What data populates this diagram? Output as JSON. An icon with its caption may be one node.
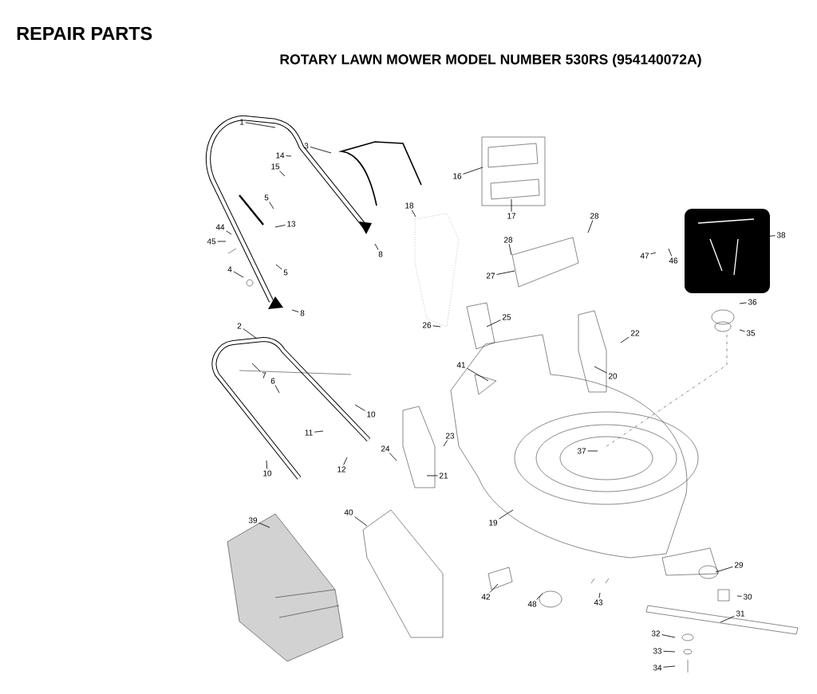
{
  "diagram": {
    "title": "REPAIR PARTS",
    "nodes": [
      {
        "text": [
          "1"
        ]
      },
      {
        "text": [
          "3"
        ]
      },
      {
        "text": [
          "14"
        ]
      },
      {
        "text": [
          "15"
        ]
      },
      {
        "text": [
          "16"
        ]
      },
      {
        "text": [
          "17"
        ]
      },
      {
        "text": [
          "18"
        ]
      },
      {
        "text": [
          "5"
        ]
      },
      {
        "text": [
          "13"
        ]
      },
      {
        "text": [
          "44"
        ]
      },
      {
        "text": [
          "45"
        ]
      },
      {
        "text": [
          "8"
        ]
      },
      {
        "text": [
          "28"
        ]
      },
      {
        "text": [
          "28"
        ]
      },
      {
        "text": [
          "27"
        ]
      },
      {
        "text": [
          "47"
        ]
      },
      {
        "text": [
          "46"
        ]
      },
      {
        "text": [
          "38"
        ]
      },
      {
        "text": [
          "4"
        ]
      },
      {
        "text": [
          "5"
        ]
      },
      {
        "text": [
          "8"
        ]
      },
      {
        "text": [
          "36"
        ]
      },
      {
        "text": [
          "35"
        ]
      },
      {
        "text": [
          "2"
        ]
      },
      {
        "text": [
          "26"
        ]
      },
      {
        "text": [
          "25"
        ]
      },
      {
        "text": [
          "22"
        ]
      },
      {
        "text": [
          "7"
        ]
      },
      {
        "text": [
          "6"
        ]
      },
      {
        "text": [
          "20"
        ]
      },
      {
        "text": [
          "41"
        ]
      },
      {
        "text": [
          "10"
        ]
      },
      {
        "text": [
          "23"
        ]
      },
      {
        "text": [
          "11"
        ]
      },
      {
        "text": [
          "24"
        ]
      },
      {
        "text": [
          "37"
        ]
      },
      {
        "text": [
          "12"
        ]
      },
      {
        "text": [
          "10"
        ]
      },
      {
        "text": [
          "21"
        ]
      },
      {
        "text": [
          "39"
        ]
      },
      {
        "text": [
          "40"
        ]
      },
      {
        "text": [
          "19"
        ]
      },
      {
        "text": [
          "29"
        ]
      },
      {
        "text": [
          "30"
        ]
      },
      {
        "text": [
          "42"
        ]
      },
      {
        "text": [
          "48"
        ]
      },
      {
        "text": [
          "43"
        ]
      },
      {
        "text": [
          "31"
        ]
      },
      {
        "text": [
          "32"
        ]
      },
      {
        "text": [
          "33"
        ]
      },
      {
        "text": [
          "34"
        ]
      }
    ],
    "edges": [
      {
        "from": 0,
        "to": null,
        "arrow": "none"
      },
      {
        "from": 1,
        "to": null,
        "arrow": "none"
      },
      {
        "from": 2,
        "to": null,
        "arrow": "none"
      },
      {
        "from": 3,
        "to": null,
        "arrow": "none"
      },
      {
        "from": 4,
        "to": null,
        "arrow": "none"
      },
      {
        "from": 5,
        "to": null,
        "arrow": "none"
      },
      {
        "from": 6,
        "to": null,
        "arrow": "none"
      },
      {
        "from": 7,
        "to": null,
        "arrow": "none"
      },
      {
        "from": 8,
        "to": null,
        "arrow": "none"
      },
      {
        "from": 9,
        "to": null,
        "arrow": "none"
      },
      {
        "from": 10,
        "to": null,
        "arrow": "none"
      },
      {
        "from": 11,
        "to": null,
        "arrow": "none"
      },
      {
        "from": 12,
        "to": null,
        "arrow": "none"
      },
      {
        "from": 13,
        "to": null,
        "arrow": "none"
      },
      {
        "from": 14,
        "to": null,
        "arrow": "none"
      },
      {
        "from": 15,
        "to": null,
        "arrow": "none"
      },
      {
        "from": 16,
        "to": null,
        "arrow": "none"
      },
      {
        "from": 17,
        "to": null,
        "arrow": "none"
      },
      {
        "from": 18,
        "to": null,
        "arrow": "none"
      },
      {
        "from": 19,
        "to": null,
        "arrow": "none"
      },
      {
        "from": 20,
        "to": null,
        "arrow": "none"
      },
      {
        "from": 21,
        "to": null,
        "arrow": "none"
      },
      {
        "from": 22,
        "to": null,
        "arrow": "none"
      },
      {
        "from": 23,
        "to": null,
        "arrow": "none"
      },
      {
        "from": 24,
        "to": null,
        "arrow": "none"
      },
      {
        "from": 25,
        "to": null,
        "arrow": "none"
      },
      {
        "from": 26,
        "to": null,
        "arrow": "none"
      },
      {
        "from": 27,
        "to": null,
        "arrow": "none"
      },
      {
        "from": 28,
        "to": null,
        "arrow": "none"
      },
      {
        "from": 29,
        "to": null,
        "arrow": "none"
      },
      {
        "from": 30,
        "to": null,
        "arrow": "none"
      },
      {
        "from": 31,
        "to": null,
        "arrow": "none"
      },
      {
        "from": 32,
        "to": null,
        "arrow": "none"
      },
      {
        "from": 33,
        "to": null,
        "arrow": "none"
      },
      {
        "from": 34,
        "to": null,
        "arrow": "none"
      },
      {
        "from": 35,
        "to": null,
        "arrow": "none"
      },
      {
        "from": 36,
        "to": null,
        "arrow": "none"
      },
      {
        "from": 37,
        "to": null,
        "arrow": "none"
      },
      {
        "from": 38,
        "to": null,
        "arrow": "none"
      },
      {
        "from": 39,
        "to": null,
        "arrow": "none"
      },
      {
        "from": 40,
        "to": null,
        "arrow": "none"
      },
      {
        "from": 41,
        "to": null,
        "arrow": "none"
      },
      {
        "from": 42,
        "to": null,
        "arrow": "none"
      },
      {
        "from": 43,
        "to": null,
        "arrow": "none"
      },
      {
        "from": 44,
        "to": null,
        "arrow": "none"
      },
      {
        "from": 45,
        "to": null,
        "arrow": "none"
      },
      {
        "from": 46,
        "to": null,
        "arrow": "none"
      },
      {
        "from": 47,
        "to": null,
        "arrow": "none"
      },
      {
        "from": 48,
        "to": null,
        "arrow": "none"
      },
      {
        "from": 49,
        "to": null,
        "arrow": "none"
      },
      {
        "from": 50,
        "to": null,
        "arrow": "none"
      }
    ],
    "labels": [
      "ROTARY LAWN MOWER MODEL NUMBER 530RS (954140072A)"
    ]
  }
}
